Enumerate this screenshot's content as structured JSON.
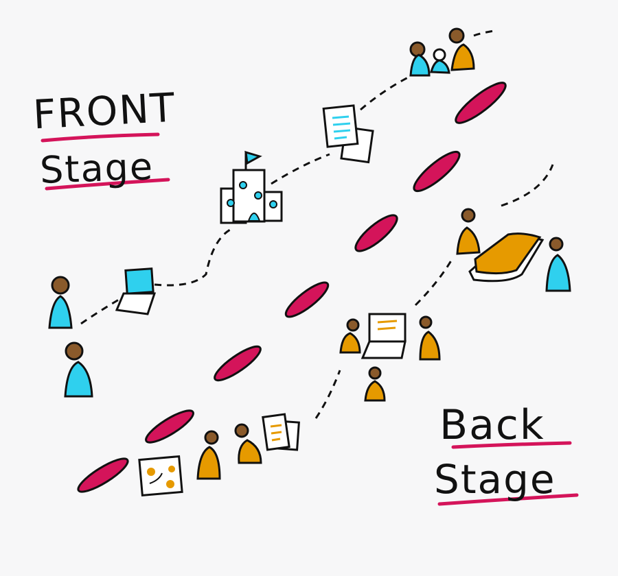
{
  "labels": {
    "front_line1": "FRONT",
    "front_line2": "Stage",
    "back_line1": "Back",
    "back_line2": "Stage"
  },
  "colors": {
    "line_of_visibility": "#d4145a",
    "front_person": "#2fd0ee",
    "back_person": "#e69a00",
    "skin": "#8a5a2b",
    "ink": "#111111",
    "background": "#f7f7f8"
  },
  "icons": {
    "front": [
      "person-icon",
      "person-icon",
      "laptop-icon",
      "building-icon",
      "documents-icon",
      "people-group-icon"
    ],
    "back": [
      "whiteboard-icon",
      "person-icon",
      "person-icon",
      "notes-icon",
      "meeting-group-icon",
      "tablet-icon",
      "person-icon"
    ]
  }
}
